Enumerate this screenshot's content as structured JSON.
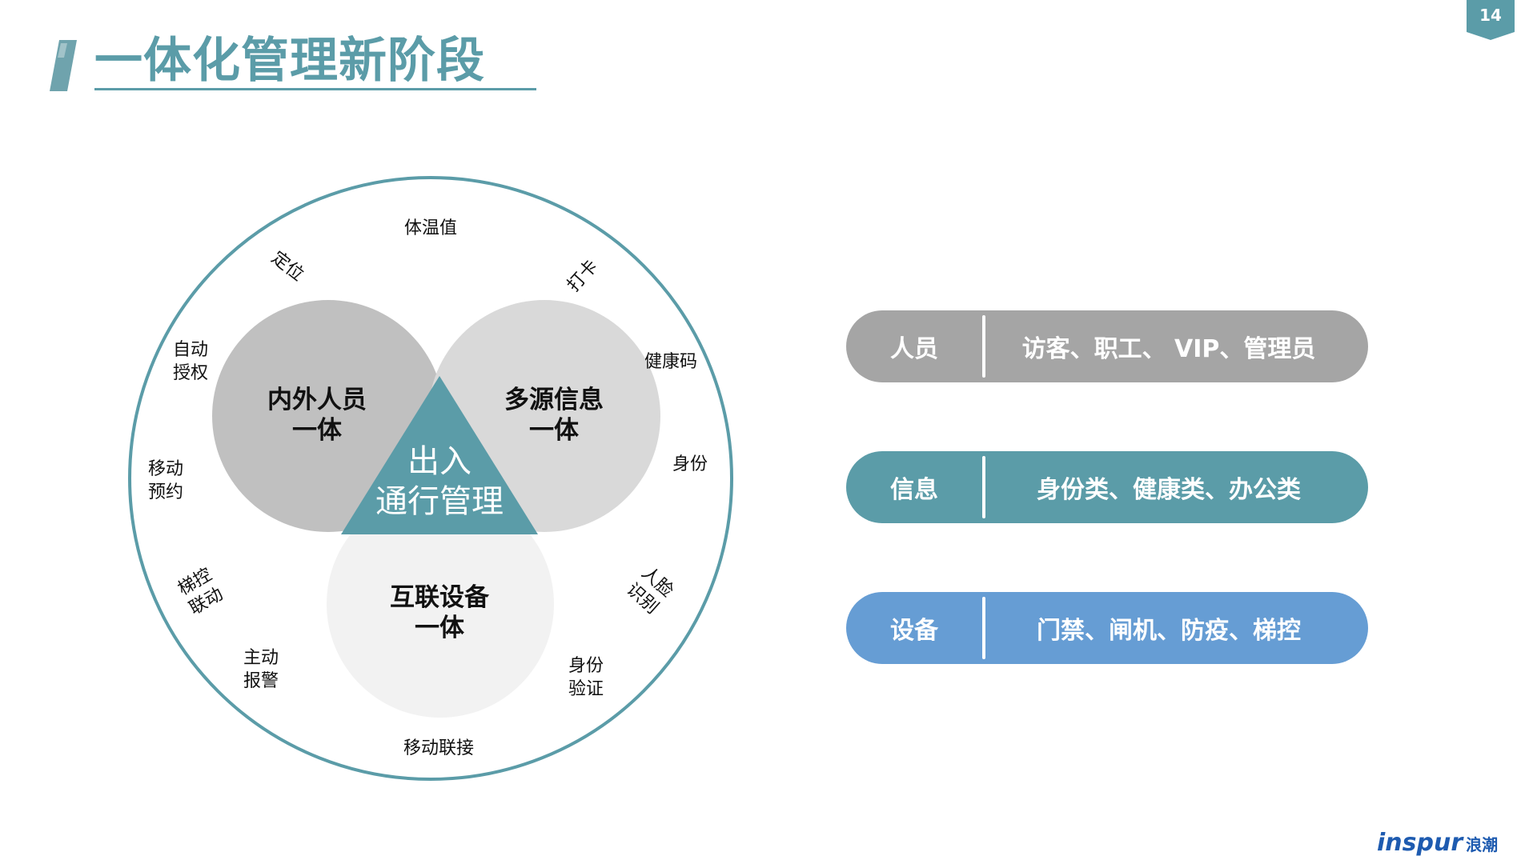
{
  "page": {
    "title": "一体化管理新阶段",
    "page_number": "14"
  },
  "diagram": {
    "center_label_line1": "出入",
    "center_label_line2": "通行管理",
    "circles": [
      {
        "line1": "内外人员",
        "line2": "一体"
      },
      {
        "line1": "多源信息",
        "line2": "一体"
      },
      {
        "line1": "互联设备",
        "line2": "一体"
      }
    ],
    "ring_labels": [
      {
        "lines": [
          "体温值"
        ]
      },
      {
        "lines": [
          "打卡"
        ]
      },
      {
        "lines": [
          "健康码"
        ]
      },
      {
        "lines": [
          "身份"
        ]
      },
      {
        "lines": [
          "人脸",
          "识别"
        ]
      },
      {
        "lines": [
          "身份",
          "验证"
        ]
      },
      {
        "lines": [
          "移动联接"
        ]
      },
      {
        "lines": [
          "主动",
          "报警"
        ]
      },
      {
        "lines": [
          "梯控",
          "联动"
        ]
      },
      {
        "lines": [
          "移动",
          "预约"
        ]
      },
      {
        "lines": [
          "自动",
          "授权"
        ]
      },
      {
        "lines": [
          "定位"
        ]
      }
    ]
  },
  "legend": [
    {
      "category": "人员",
      "items": "访客、职工、 VIP、管理员",
      "color": "#a5a5a5"
    },
    {
      "category": "信息",
      "items": "身份类、健康类、办公类",
      "color": "#5b9ca8"
    },
    {
      "category": "设备",
      "items": "门禁、闸机、防疫、梯控",
      "color": "#669dd4"
    }
  ],
  "colors": {
    "accent": "#5b9ca8",
    "circle_people": "#c0c0c0",
    "circle_info": "#d9d9d9",
    "circle_device": "#f2f2f2",
    "triangle": "#5b9ca8"
  },
  "brand": {
    "logo_text": "inspur",
    "logo_cn": "浪潮"
  }
}
